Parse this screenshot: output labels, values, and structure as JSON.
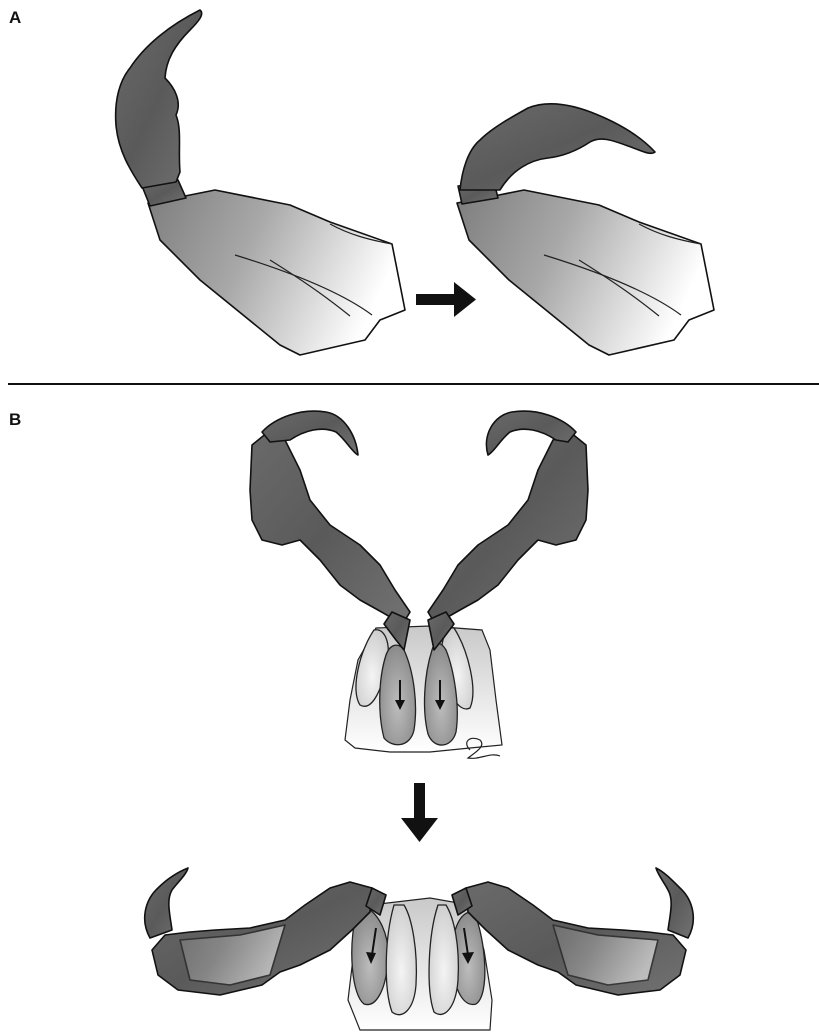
{
  "figure": {
    "panel_a_label": "A",
    "panel_b_label": "B"
  },
  "colors": {
    "claw_dark": "#5e5e5e",
    "claw_light": "#8a8a8a",
    "outline": "#111111",
    "background": "#ffffff"
  },
  "icons": {
    "transition_arrow_a": "arrow-right",
    "transition_arrow_b": "arrow-down",
    "sac_arrows": "arrow-down",
    "signature": "artist-signature"
  }
}
